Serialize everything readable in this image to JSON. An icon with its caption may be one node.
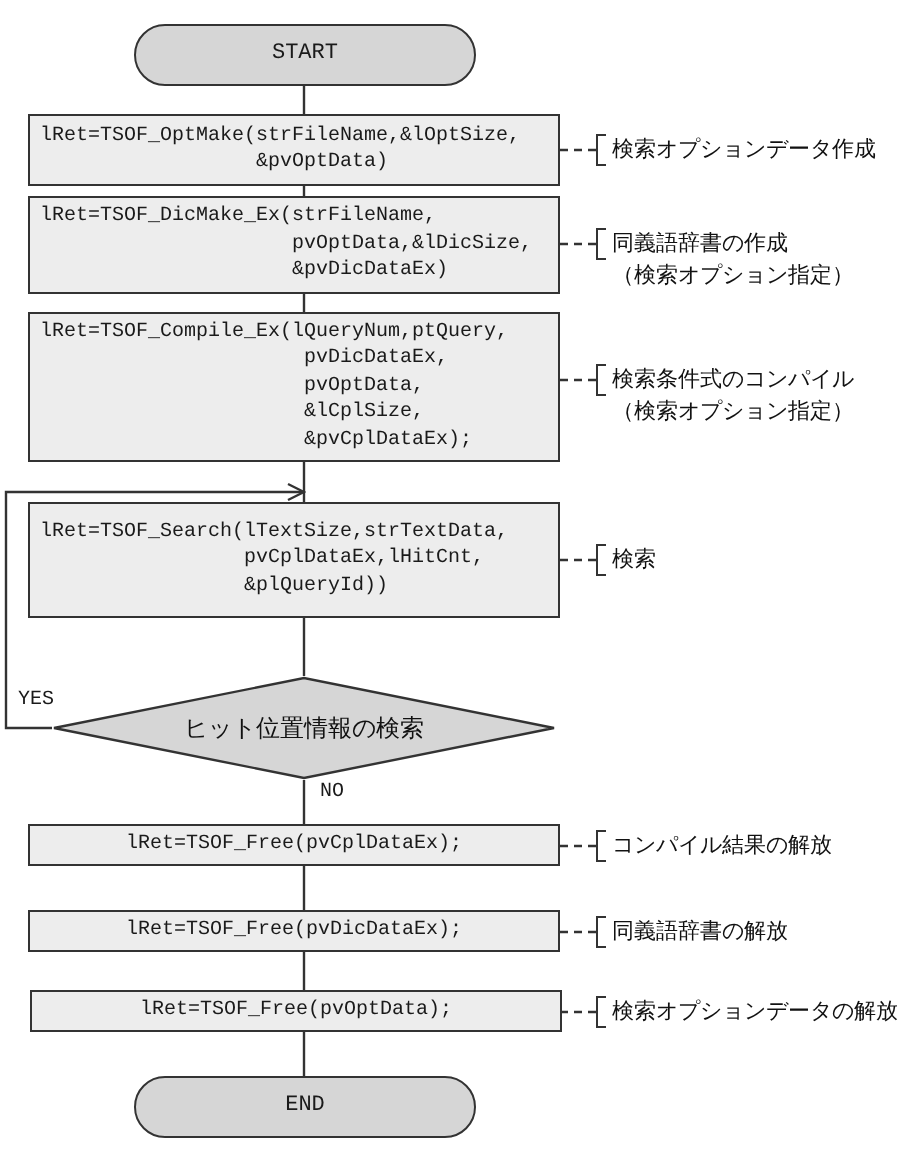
{
  "diagram": {
    "nodes": [
      {
        "text": [
          "START"
        ]
      },
      {
        "text": [
          "lRet=TSOF_OptMake(strFileName,&lOptSize, &pvOptData)"
        ]
      },
      {
        "text": [
          "検索オプションデータ作成"
        ]
      },
      {
        "text": [
          "lRet=TSOF_DicMake_Ex(strFileName, pvOptData,&lDicSize, &pvDicDataEx)"
        ]
      },
      {
        "text": [
          "同義語辞書の作成",
          "（検索オプション指定）"
        ]
      },
      {
        "text": [
          "lRet=TSOF_Compile_Ex(lQueryNum,ptQuery, pvDicDataEx, pvOptData, &lCplSize, &pvCplDataEx);"
        ]
      },
      {
        "text": [
          "検索条件式のコンパイル",
          "（検索オプション指定）"
        ]
      },
      {
        "text": [
          "lRet=TSOF_Search(lTextSize,strTextData, pvCplDataEx,lHitCnt, &plQueryId))"
        ]
      },
      {
        "text": [
          "検索"
        ]
      },
      {
        "text": [
          "ヒット位置情報の検索"
        ]
      },
      {
        "text": [
          "lRet=TSOF_Free(pvCplDataEx);"
        ]
      },
      {
        "text": [
          "コンパイル結果の解放"
        ]
      },
      {
        "text": [
          "lRet=TSOF_Free(pvDicDataEx);"
        ]
      },
      {
        "text": [
          "同義語辞書の解放"
        ]
      },
      {
        "text": [
          "lRet=TSOF_Free(pvOptData);"
        ]
      },
      {
        "text": [
          "検索オプションデータの解放"
        ]
      },
      {
        "text": [
          "END"
        ]
      }
    ],
    "edges": [
      {
        "from": 0,
        "to": 1,
        "arrow": "none"
      },
      {
        "from": 2,
        "to": 1,
        "arrow": "none",
        "style": "dashed"
      },
      {
        "from": 1,
        "to": 3,
        "arrow": "none"
      },
      {
        "from": 4,
        "to": 3,
        "arrow": "none",
        "style": "dashed"
      },
      {
        "from": 3,
        "to": 5,
        "arrow": "none"
      },
      {
        "from": 6,
        "to": 5,
        "arrow": "none",
        "style": "dashed"
      },
      {
        "from": 5,
        "to": 7,
        "arrow": "none"
      },
      {
        "from": 8,
        "to": 7,
        "arrow": "none",
        "style": "dashed"
      },
      {
        "from": 7,
        "to": 9,
        "arrow": "none"
      },
      {
        "from": 9,
        "to": 7,
        "arrow": "to",
        "label": "YES"
      },
      {
        "from": 9,
        "to": 10,
        "arrow": "none",
        "label": "NO"
      },
      {
        "from": 11,
        "to": 10,
        "arrow": "none",
        "style": "dashed"
      },
      {
        "from": 10,
        "to": 12,
        "arrow": "none"
      },
      {
        "from": 13,
        "to": 12,
        "arrow": "none",
        "style": "dashed"
      },
      {
        "from": 12,
        "to": 14,
        "arrow": "none"
      },
      {
        "from": 15,
        "to": 14,
        "arrow": "none",
        "style": "dashed"
      },
      {
        "from": 14,
        "to": 16,
        "arrow": "none"
      }
    ]
  }
}
